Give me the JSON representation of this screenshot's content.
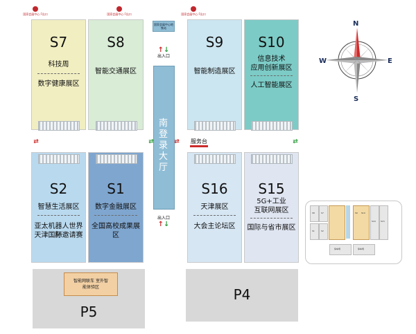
{
  "header_pois": [
    {
      "label": "国家会展中心 F出口"
    },
    {
      "label": "国家会展中心 F出口"
    },
    {
      "label": "国家会展中心 F出口"
    }
  ],
  "halls": [
    {
      "id": "S7",
      "labels": [
        "科技周",
        "数字健康展区"
      ],
      "color": "#f1eec2"
    },
    {
      "id": "S8",
      "labels": [
        "智能交通展区"
      ],
      "color": "#d9ecd6"
    },
    {
      "id": "S9",
      "labels": [
        "智能制造展区"
      ],
      "color": "#cce6f1"
    },
    {
      "id": "S10",
      "labels": [
        "信息技术",
        "应用创新展区",
        "人工智能展区"
      ],
      "color": "#7ccbc6"
    },
    {
      "id": "S2",
      "labels": [
        "智慧生活展区",
        "亚太机器人世界杯",
        "天津国际邀请赛"
      ],
      "color": "#b9d9ee"
    },
    {
      "id": "S1",
      "labels": [
        "数字金融展区",
        "全国高校成果展区"
      ],
      "color": "#7fa6cf"
    },
    {
      "id": "S16",
      "labels": [
        "天津展区",
        "大会主论坛区"
      ],
      "color": "#d6e6f3"
    },
    {
      "id": "S15",
      "labels": [
        "5G+工业",
        "互联网展区",
        "国际与省市展区"
      ],
      "color": "#dfe5f1"
    }
  ],
  "central_hall": {
    "name": "南登录大厅",
    "top_label": "国家会展中心地铁站"
  },
  "entrances": {
    "top": "出入口",
    "bottom": "出入口"
  },
  "service_desk": "服务台",
  "lots": {
    "p5": "P5",
    "p4": "P4"
  },
  "experience_zone": "智能网联车 室外智能体验区",
  "compass": {
    "n": "N",
    "s": "S",
    "e": "E",
    "w": "W"
  },
  "minimap": {
    "labels": [
      "S8",
      "S7",
      "S2",
      "S1",
      "S9",
      "S10",
      "S16",
      "S15",
      "停车场",
      "停车场"
    ]
  },
  "colors": {
    "arrow_red": "#cc2b2b",
    "arrow_green": "#2e9b3d",
    "hall_border": "#c9c9c9",
    "lobby": "#8fbdd6"
  }
}
